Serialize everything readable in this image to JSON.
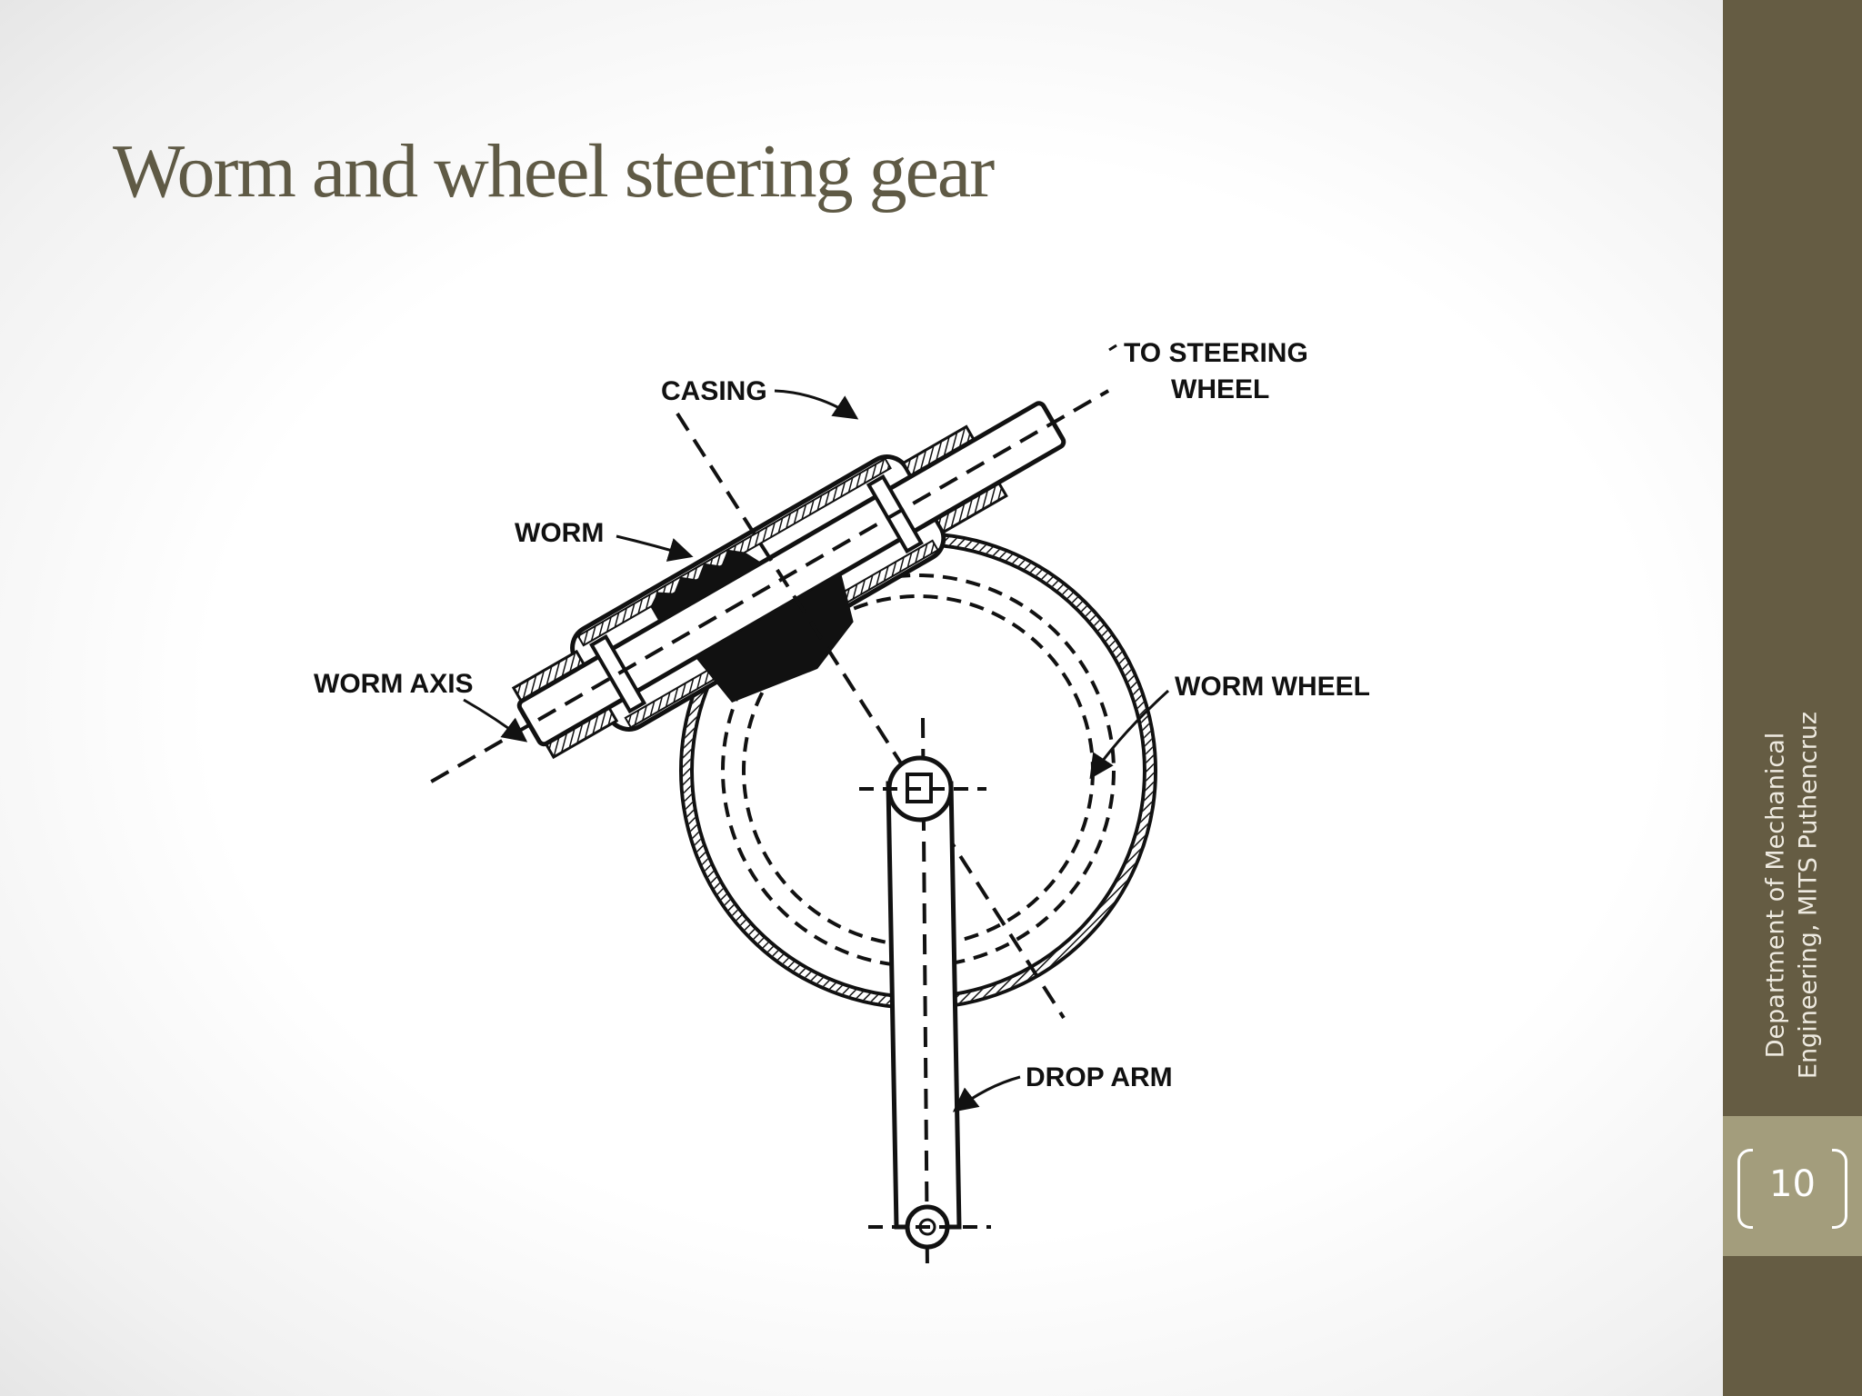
{
  "slide": {
    "title": "Worm and wheel steering gear",
    "footer_line1": "Department of Mechanical",
    "footer_line2": "Engineering, MITS Puthencruz",
    "page_number": "10"
  },
  "diagram": {
    "labels": {
      "casing": "CASING",
      "to_steering_1": "TO STEERING",
      "to_steering_2": "WHEEL",
      "worm": "WORM",
      "worm_axis": "WORM AXIS",
      "worm_wheel": "WORM WHEEL",
      "drop_arm": "DROP ARM"
    }
  },
  "colors": {
    "title": "#5f5a45",
    "sidebar": "#655c43",
    "page_box": "#a39d7c"
  }
}
